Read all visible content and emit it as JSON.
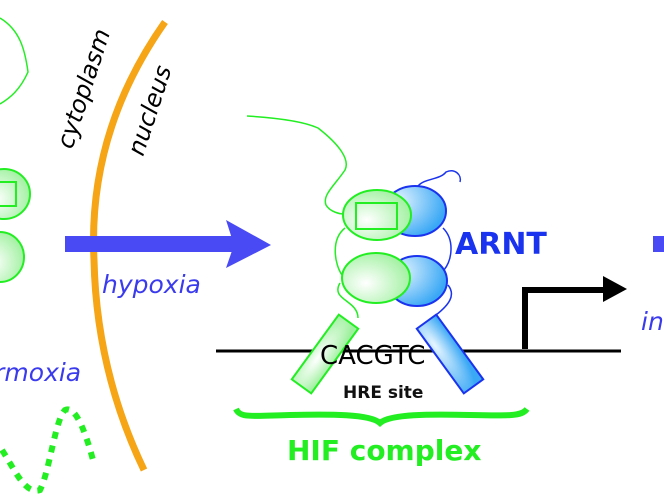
{
  "labels": {
    "cytoplasm": "cytoplasm",
    "nucleus": "nucleus",
    "hypoxia": "hypoxia",
    "normoxia": "normoxia",
    "arnt": "ARNT",
    "hre_sequence": "CACGTC",
    "hre_site": "HRE site",
    "hif_complex": "HIF complex",
    "right_partial": "in"
  },
  "colors": {
    "hif_green": "#22ee22",
    "arnt_blue": "#1a33ee",
    "arrow_blue": "#4a4af5",
    "membrane_orange": "#f5a515",
    "dna_black": "#000000"
  }
}
